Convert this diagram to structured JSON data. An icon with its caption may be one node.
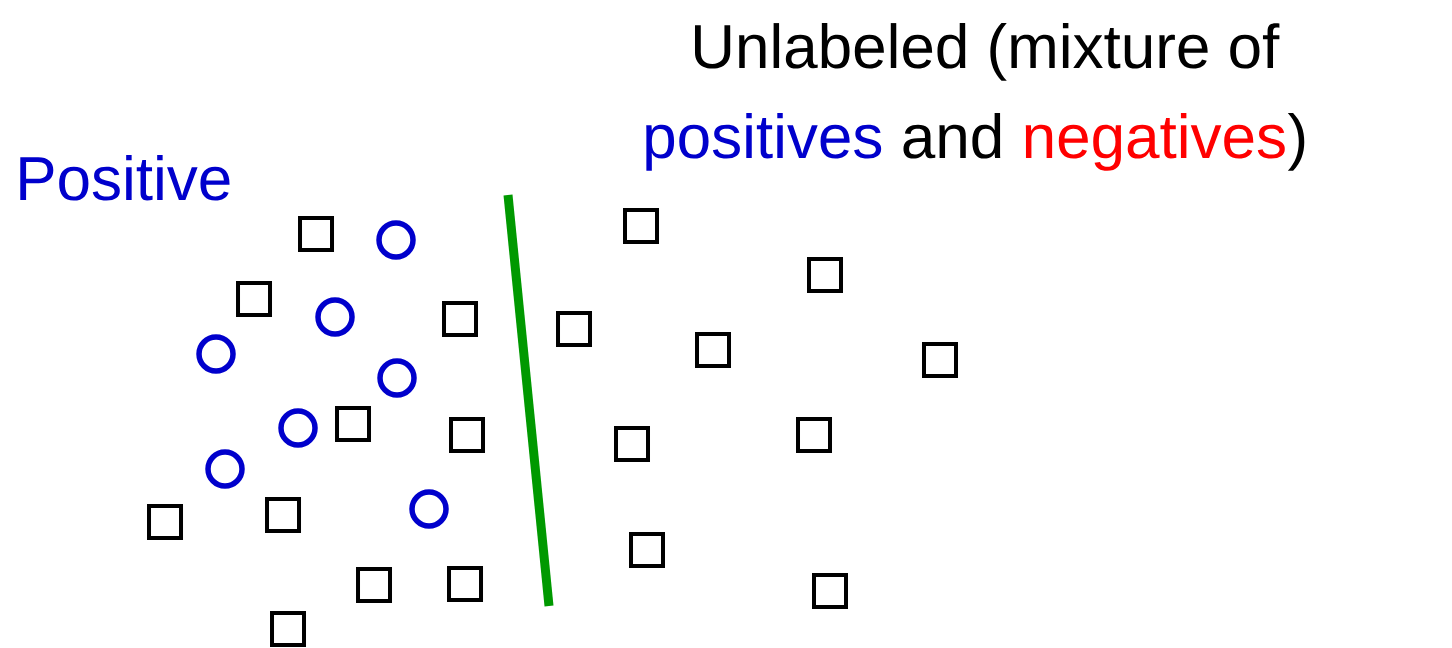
{
  "diagram": {
    "labels": [
      "Positive",
      "Unlabeled (mixture of",
      "positives",
      "and",
      "negatives",
      ")"
    ]
  }
}
